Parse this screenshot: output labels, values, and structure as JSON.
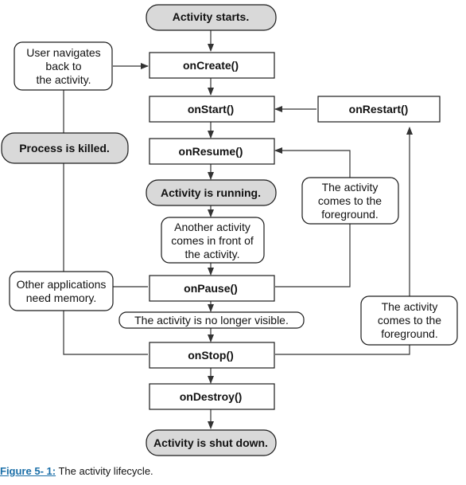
{
  "nodes": {
    "activity_starts": "Activity starts.",
    "on_create": "onCreate()",
    "on_start": "onStart()",
    "on_restart": "onRestart()",
    "on_resume": "onResume()",
    "activity_running": "Activity is running.",
    "on_pause": "onPause()",
    "on_stop": "onStop()",
    "on_destroy": "onDestroy()",
    "activity_shut_down": "Activity is shut down.",
    "process_killed": "Process is killed."
  },
  "notes": {
    "user_navigates": [
      "User navigates",
      "back to",
      "the activity."
    ],
    "foreground_upper": [
      "The activity",
      "comes to the",
      "foreground."
    ],
    "another_activity": [
      "Another activity",
      "comes in front of",
      "the activity."
    ],
    "other_apps": [
      "Other applications",
      "need memory."
    ],
    "no_longer_visible": "The activity is no longer visible.",
    "foreground_lower": [
      "The activity",
      "comes to the",
      "foreground."
    ]
  },
  "caption": {
    "label": "Figure 5- 1:",
    "text": " The activity lifecycle."
  }
}
